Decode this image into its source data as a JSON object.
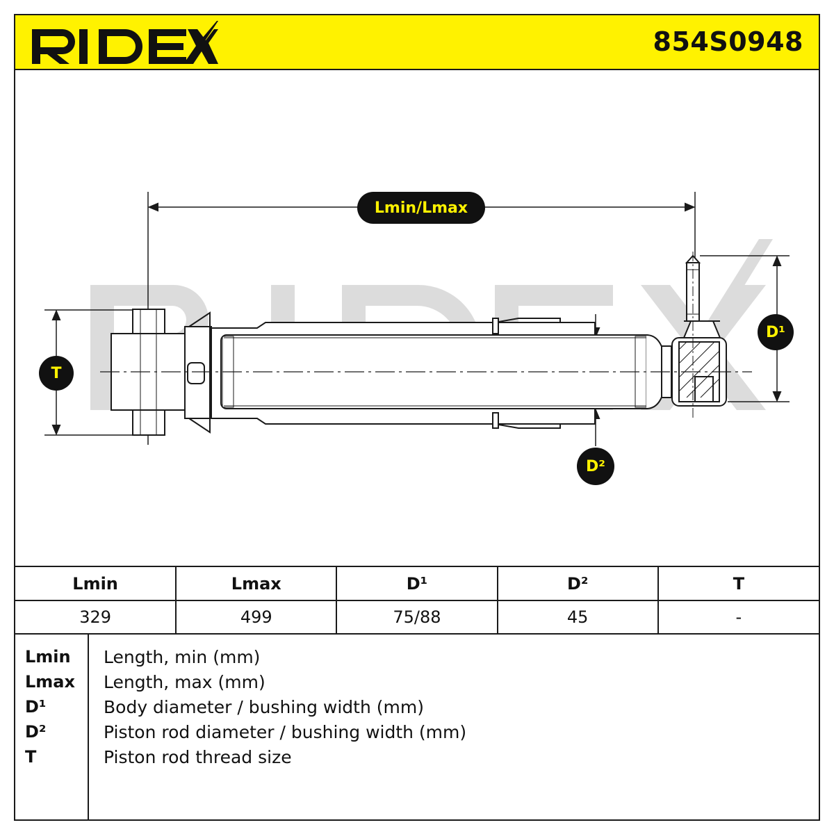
{
  "brand": {
    "name": "RIDEX",
    "color": "#fff200"
  },
  "part_number": "854S0948",
  "drawing": {
    "watermark": "RIDEX",
    "callouts": {
      "length": "Lmin/Lmax",
      "d1": "D¹",
      "d2": "D²",
      "t": "T"
    }
  },
  "spec_table": {
    "headers": [
      "Lmin",
      "Lmax",
      "D¹",
      "D²",
      "T"
    ],
    "values": [
      "329",
      "499",
      "75/88",
      "45",
      "-"
    ]
  },
  "legend": [
    {
      "key": "Lmin",
      "desc": "Length, min (mm)"
    },
    {
      "key": "Lmax",
      "desc": "Length, max (mm)"
    },
    {
      "key": "D¹",
      "desc": "Body diameter / bushing width (mm)"
    },
    {
      "key": "D²",
      "desc": "Piston rod diameter / bushing width (mm)"
    },
    {
      "key": "T",
      "desc": "Piston rod thread size"
    }
  ]
}
